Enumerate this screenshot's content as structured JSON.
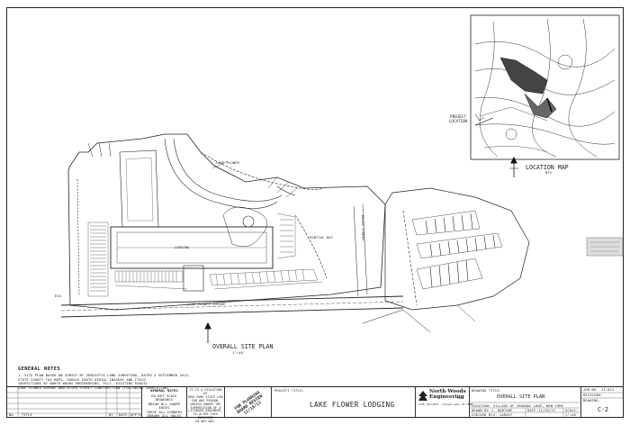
{
  "plan": {
    "project_location_label": "PROJECT LOCATION",
    "location_map_title": "LOCATION MAP",
    "location_map_scale": "NTS",
    "overall_site_plan_title": "OVERALL SITE PLAN",
    "overall_site_plan_scale": "1\"=40'",
    "lake_flower_label": "LAKE FLOWER",
    "lake_flower_avenue_label": "LAKE FLOWER AVENUE",
    "pontiac_bay_label": "PONTIAC BAY",
    "lodging_label": "LODGING",
    "river_street_label": "RIVER STREET",
    "elevation_mark": "EGS"
  },
  "general_notes": {
    "title": "GENERAL NOTES",
    "lines": [
      "1.  SITE PLAN BASED ON SURVEY BY GENIVUTIS LAND SURVEYING, DATED 4 SEPTEMBER 2013,",
      "     STATE COUNTY TAX MAPS, GOOGLE EARTH AERIAL IMAGERY AND FIELD",
      "     INSPECTIONS BY NORTH WOODS ENGINEERING, PLLC. EXISTING PARCEL",
      "     LAKE FLOWER AVENUE AND RIVER STREET CONSTRUCTION (FOLLOWING COMPLETION)"
    ]
  },
  "title_block": {
    "rev_label": "NO.",
    "title_label": "TITLE",
    "by_label": "BY",
    "date_label": "DATE:",
    "app_label": "APP'D",
    "gen_notes_header": "GENERAL NOTES",
    "gen_notes_lines": [
      "DO NOT SCALE DRAWINGS",
      "BREAK ALL SHARP EDGES",
      "THESE ALL CORNERS",
      "DEBURR ALL HOLES"
    ],
    "violation_text": [
      "IT IS A VIOLATION OF",
      "NEW YORK STATE LAW",
      "FOR ANY PERSON,",
      "UNLESS UNDER THE",
      "SUPERVISION OF A",
      "LICENSED ENGINEER,",
      "TO ALTER THIS DOCUMENT",
      "IN ANY WAY."
    ],
    "stamp_text": "FOR PLANNING BOARD REVIEW 11/18/13",
    "project_title_label": "PROJECT TITLE:",
    "project_title": "LAKE FLOWER LODGING",
    "firm_name_line1": "North Woods",
    "firm_name_line2": "Engineering",
    "firm_suffix": "PLLC",
    "firm_address": "(518) 891-4874 · Saranac Lake, NY 12983",
    "drawing_title_label": "DRAWING TITLE:",
    "drawing_title": "OVERALL SITE PLAN",
    "location_label": "LOCATION:",
    "location_value": "VILLAGE OF SARANAC LAKE, NEW YORK",
    "drawn_by_label": "DRAWN BY:",
    "drawn_by": "J. NORTHUP",
    "checked_by_label": "CHECKED BY:",
    "checked_by": "J. GARSKY",
    "date_value": "11/20/13",
    "scale_label": "SCALE:",
    "scale_value": "1\"=40'",
    "sheet_job_label": "JOB NO.",
    "sheet_job": "13-021",
    "revision_label": "REVISION:",
    "drawing_label": "DRAWING:",
    "drawing_number": "C-2"
  }
}
